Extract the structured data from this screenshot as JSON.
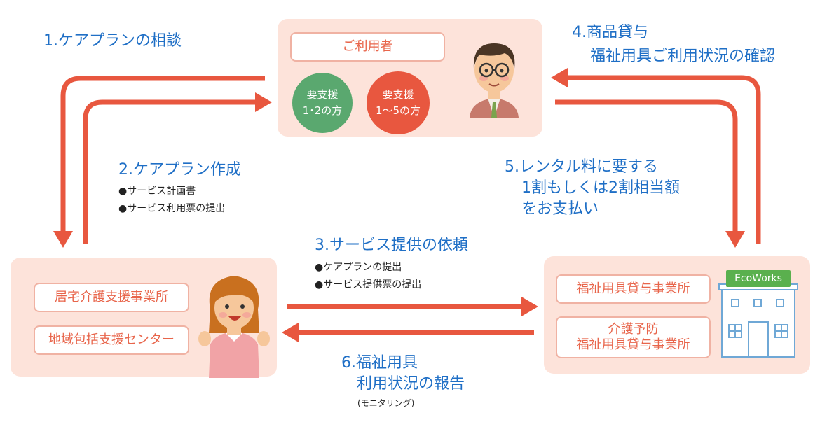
{
  "user_panel": {
    "label": "ご利用者",
    "circle_green_line1": "要支援",
    "circle_green_line2": "1･2の方",
    "circle_red_line1": "要支援",
    "circle_red_line2": "1～5の方"
  },
  "care_panel": {
    "item1": "居宅介護支援事業所",
    "item2": "地域包括支援センター"
  },
  "rental_panel": {
    "item1": "福祉用具貸与事業所",
    "item2_line1": "介護予防",
    "item2_line2": "福祉用具貸与事業所",
    "brand": "EcoWorks"
  },
  "steps": {
    "s1": "1.ケアプランの相談",
    "s2": "2.ケアプラン作成",
    "s2_bullet1": "●サービス計画書",
    "s2_bullet2": "●サービス利用票の提出",
    "s3": "3.サービス提供の依頼",
    "s3_bullet1": "●ケアプランの提出",
    "s3_bullet2": "●サービス提供票の提出",
    "s4_line1": "4.商品貸与",
    "s4_line2": "福祉用具ご利用状況の確認",
    "s5_line1": "5.レンタル料に要する",
    "s5_line2": "1割もしくは2割相当額",
    "s5_line3": "をお支払い",
    "s6_line1": "6.福祉用具",
    "s6_line2": "利用状況の報告",
    "s6_note": "(モニタリング)"
  },
  "colors": {
    "arrow": "#e8573f",
    "panel": "#fde3da",
    "step_text": "#1f6fc6",
    "circle_green": "#5aa86f",
    "circle_red": "#e8573f",
    "brand_green": "#5ab04e"
  }
}
